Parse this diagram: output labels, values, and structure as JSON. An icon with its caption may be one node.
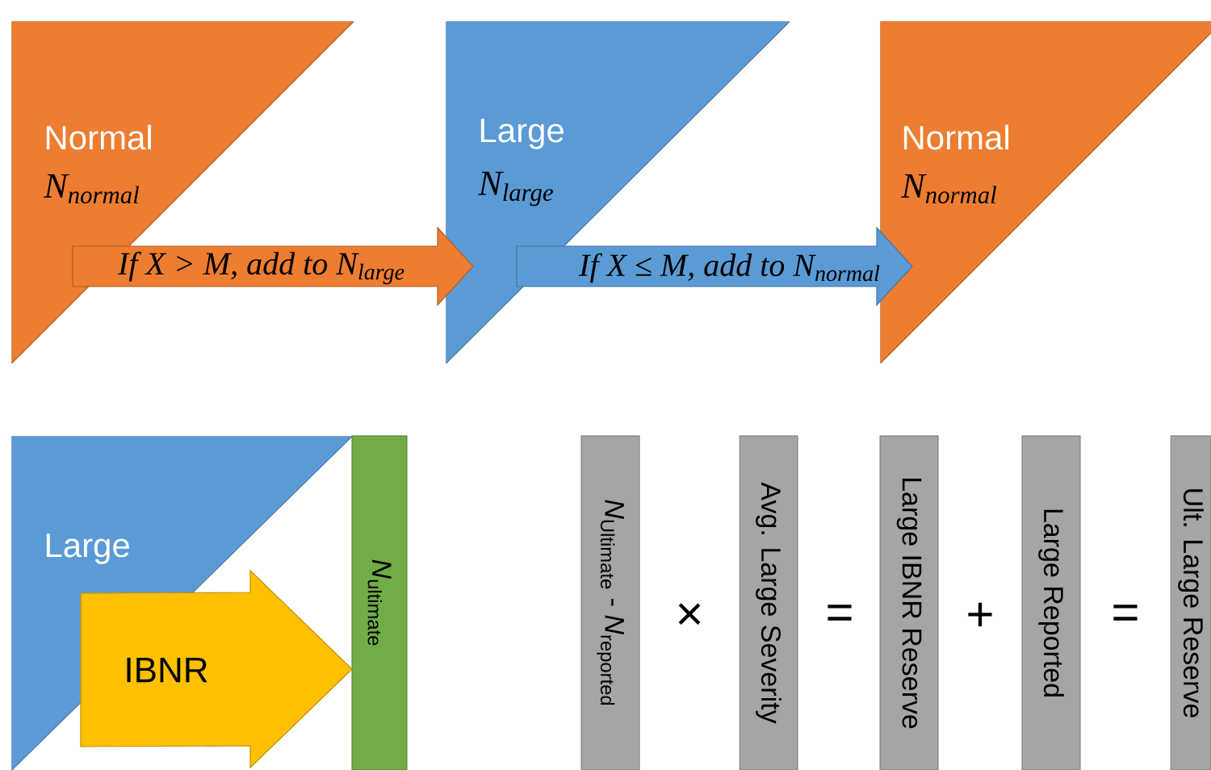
{
  "diagram": {
    "nodes": [
      {
        "text": [
          "Normal",
          "N$_{normal}$"
        ]
      },
      {
        "text": [
          "Large",
          "N$_{large}$"
        ]
      },
      {
        "text": [
          "Normal",
          "N$_{normal}$"
        ]
      },
      {
        "text": [
          "Large"
        ]
      },
      {
        "text": [
          "*N*$_{ultimate}$"
        ]
      },
      {
        "text": [
          "*N*$_{Ultimate}$ - *N*$_{reported}$"
        ]
      },
      {
        "text": [
          "Avg. Large Severity"
        ]
      },
      {
        "text": [
          "Large IBNR Reserve"
        ]
      },
      {
        "text": [
          "Large Reported"
        ]
      },
      {
        "text": [
          "Ult. Large Reserve"
        ]
      }
    ],
    "edges": [
      {
        "from": 0,
        "to": 1,
        "arrow": "to",
        "label": "If X > M, add to N$_{large}$",
        "color": "#ed7d31"
      },
      {
        "from": 1,
        "to": 2,
        "arrow": "to",
        "label": "If X ≤ M, add to N$_{normal}$",
        "color": "#5b9bd5"
      },
      {
        "from": 3,
        "to": 4,
        "arrow": "to",
        "label": "IBNR",
        "color": "#ffc000",
        "style": "thick"
      }
    ],
    "labels": [
      "×",
      "=",
      "+",
      "="
    ]
  }
}
